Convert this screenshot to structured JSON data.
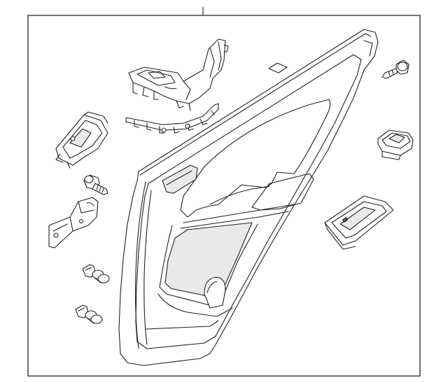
{
  "diagram": {
    "description_free": true,
    "frame_color": "#222222",
    "background": "#ffffff",
    "parts": [
      {
        "id": "door-trim-panel",
        "icon": "door-trim-panel-icon"
      },
      {
        "id": "armrest-bracket",
        "icon": "armrest-bracket-icon"
      },
      {
        "id": "trim-retainer-strip",
        "icon": "retainer-strip-icon"
      },
      {
        "id": "inner-handle-housing",
        "icon": "handle-housing-icon"
      },
      {
        "id": "screw-left",
        "icon": "screw-icon"
      },
      {
        "id": "pull-bracket",
        "icon": "bracket-icon"
      },
      {
        "id": "push-clip-1",
        "icon": "clip-icon"
      },
      {
        "id": "push-clip-2",
        "icon": "clip-icon"
      },
      {
        "id": "screw-right",
        "icon": "screw-icon"
      },
      {
        "id": "window-switch",
        "icon": "switch-icon"
      },
      {
        "id": "switch-bezel",
        "icon": "bezel-icon"
      },
      {
        "id": "pad-patch",
        "icon": "patch-icon"
      }
    ]
  }
}
